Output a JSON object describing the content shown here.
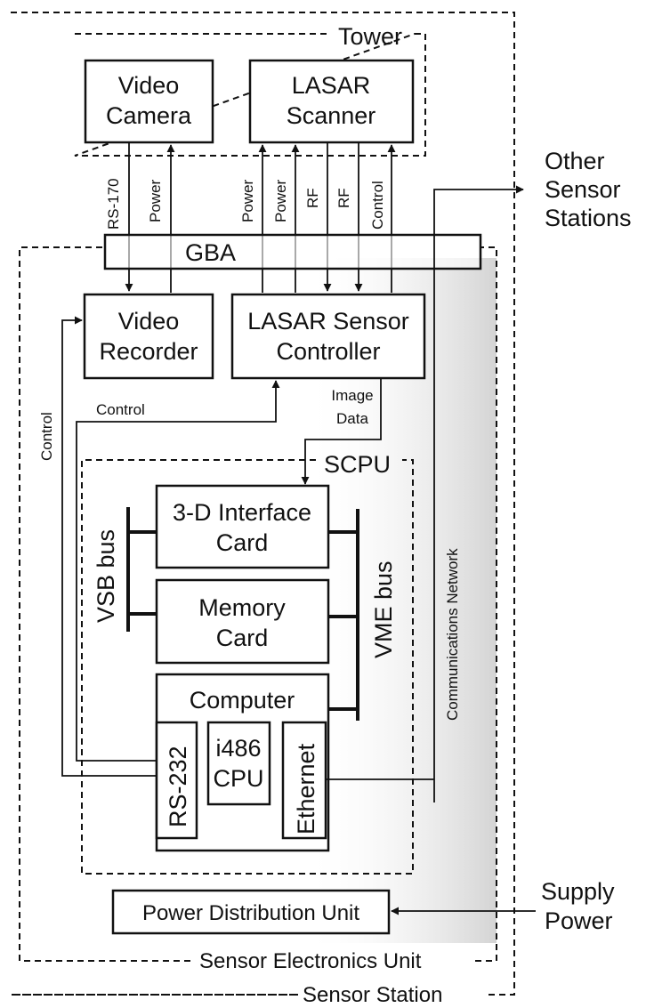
{
  "labels": {
    "tower": "Tower",
    "video_camera_1": "Video",
    "video_camera_2": "Camera",
    "lasar_scanner_1": "LASAR",
    "lasar_scanner_2": "Scanner",
    "other_stations_1": "Other",
    "other_stations_2": "Sensor",
    "other_stations_3": "Stations",
    "gba": "GBA",
    "video_recorder_1": "Video",
    "video_recorder_2": "Recorder",
    "lasar_controller_1": "LASAR Sensor",
    "lasar_controller_2": "Controller",
    "control_left": "Control",
    "control_mid": "Control",
    "image_data_1": "Image",
    "image_data_2": "Data",
    "scpu": "SCPU",
    "interface_card_1": "3-D Interface",
    "interface_card_2": "Card",
    "memory_card_1": "Memory",
    "memory_card_2": "Card",
    "vsb_bus": "VSB bus",
    "vme_bus": "VME bus",
    "communications_network": "Communications Network",
    "computer": "Computer",
    "rs232": "RS-232",
    "cpu_1": "i486",
    "cpu_2": "CPU",
    "ethernet": "Ethernet",
    "power_distribution": "Power Distribution Unit",
    "supply_power_1": "Supply",
    "supply_power_2": "Power",
    "sensor_electronics_unit": "Sensor Electronics Unit",
    "sensor_station": "Sensor Station"
  },
  "signals": {
    "rs170": "RS-170",
    "camera_power": "Power",
    "scanner_power_1": "Power",
    "scanner_power_2": "Power",
    "rf_1": "RF",
    "rf_2": "RF",
    "scanner_control": "Control"
  }
}
